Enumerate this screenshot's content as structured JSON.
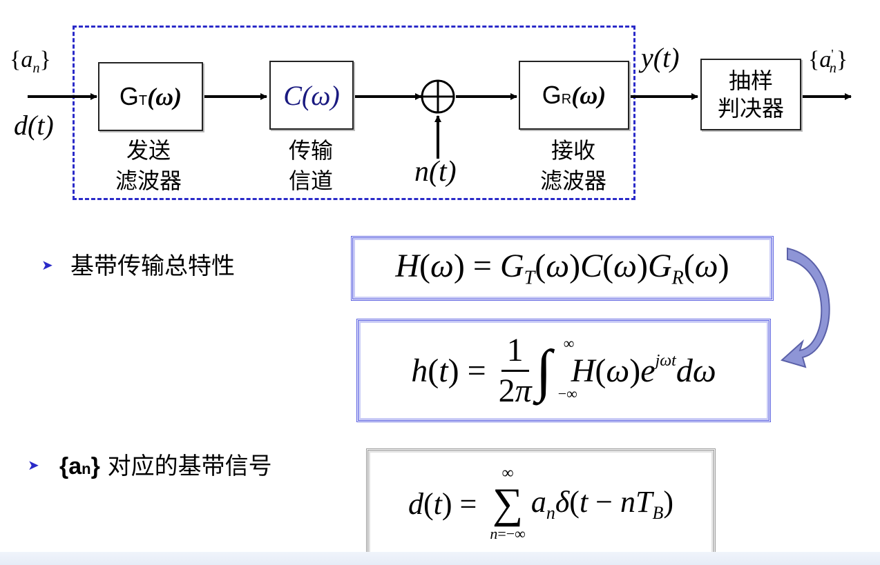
{
  "diagram": {
    "input_seq": "{a_n}",
    "input_signal": "d(t)",
    "blocks": {
      "transmit_filter": {
        "symbol": "G",
        "sub": "T",
        "arg": "(ω)"
      },
      "channel": {
        "label": "C(ω)"
      },
      "receive_filter": {
        "symbol": "G",
        "sub": "R",
        "arg": "(ω)"
      },
      "sampler_line1": "抽样",
      "sampler_line2": "判决器"
    },
    "captions": {
      "transmit_line1": "发送",
      "transmit_line2": "滤波器",
      "channel_line1": "传输",
      "channel_line2": "信道",
      "noise": "n(t)",
      "receive_line1": "接收",
      "receive_line2": "滤波器"
    },
    "output_signal": "y(t)",
    "output_seq": "{a'_n}"
  },
  "bullets": {
    "b1": "基带传输总特性",
    "b2_set": "{a",
    "b2_sub": "n",
    "b2_close": "}",
    "b2_text": "对应的基带信号"
  },
  "equations": {
    "H": "H(ω) = G_T(ω)C(ω)G_R(ω)",
    "h": "h(t) = 1/(2π) ∫_{-∞}^{∞} H(ω) e^{jωt} dω",
    "d": "d(t) = Σ_{n=-∞}^{∞} a_n δ(t − nT_B)"
  },
  "colors": {
    "dashed_box": "#2a2ac8",
    "eq_border_blue": "#5a60e0",
    "curved_arrow": "#8e95d6"
  }
}
